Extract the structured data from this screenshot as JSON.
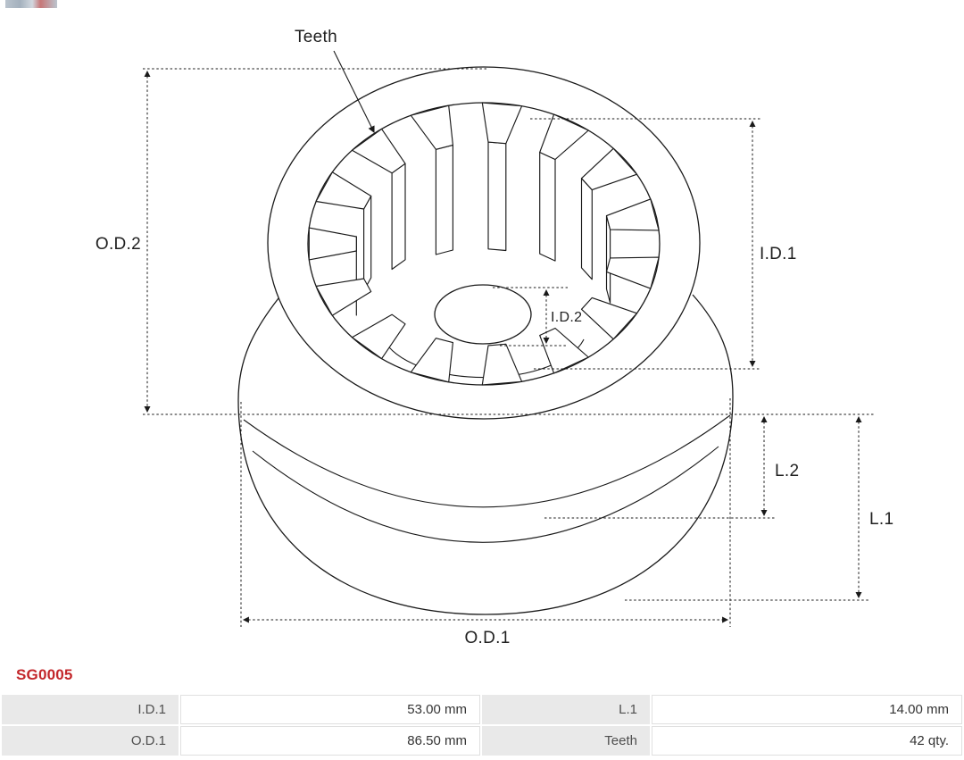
{
  "product_code": "SG0005",
  "colors": {
    "accent_red": "#c3272b",
    "line": "#1a1a1a",
    "table_label_bg": "#e9e9e9"
  },
  "diagram": {
    "labels": {
      "teeth": "Teeth",
      "od2": "O.D.2",
      "id1": "I.D.1",
      "id2": "I.D.2",
      "l2": "L.2",
      "l1": "L.1",
      "od1": "O.D.1"
    }
  },
  "spec_table": {
    "rows": [
      [
        {
          "label": "I.D.1",
          "value": "53.00 mm"
        },
        {
          "label": "L.1",
          "value": "14.00 mm"
        }
      ],
      [
        {
          "label": "O.D.1",
          "value": "86.50 mm"
        },
        {
          "label": "Teeth",
          "value": "42 qty."
        }
      ]
    ]
  }
}
